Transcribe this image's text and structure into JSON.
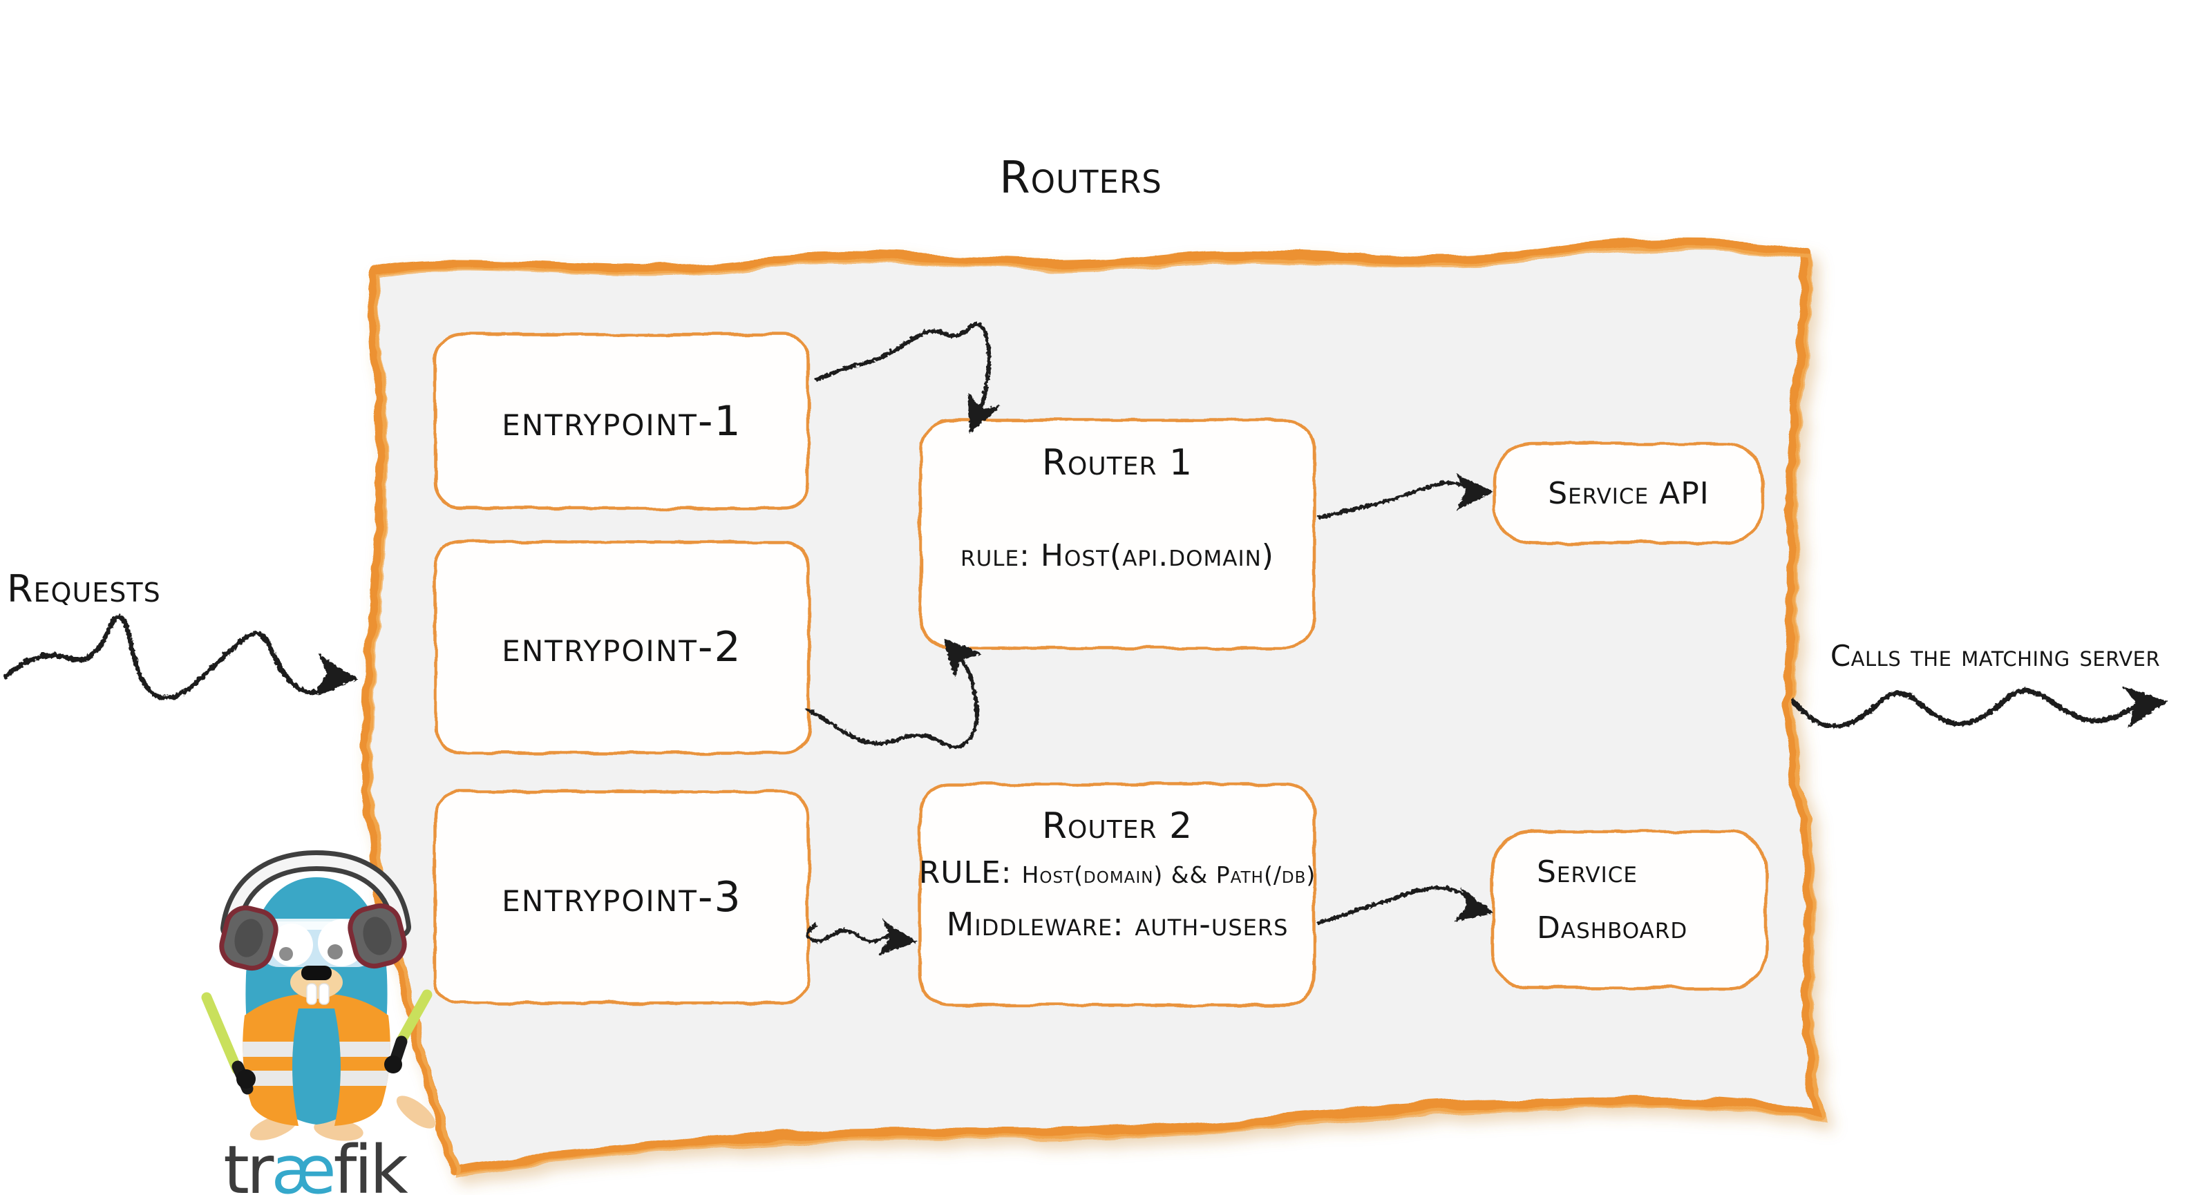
{
  "title": "Routers",
  "labels": {
    "requests": "Requests",
    "calls": "Calls the matching server"
  },
  "entrypoints": [
    {
      "label": "entrypoint-1"
    },
    {
      "label": "entrypoint-2"
    },
    {
      "label": "entrypoint-3"
    }
  ],
  "routers": [
    {
      "title": "Router 1",
      "rule": "rule: Host(api.domain)"
    },
    {
      "title": "Router 2",
      "rule_label": "RULE:",
      "rule_value": "Host(domain) && Path(/db)",
      "middleware": "Middleware: auth-users"
    }
  ],
  "services": [
    {
      "lines": [
        "Service API"
      ]
    },
    {
      "lines": [
        "Service",
        "Dashboard"
      ]
    }
  ],
  "logo": {
    "pre": "tr",
    "ae": "æ",
    "post": "fik"
  },
  "colors": {
    "panel_border_orange": "#EC9130",
    "box_border_orange": "#E9933C",
    "panel_fill_gray": "#F2F2F2",
    "box_fill": "#FFFEFD",
    "ink_black": "#1B1B1B",
    "traefik_teal": "#3AA7C6",
    "vest_orange": "#F59B28",
    "baton_green": "#C9E05C",
    "wordmark_gray": "#3C3C3C"
  }
}
